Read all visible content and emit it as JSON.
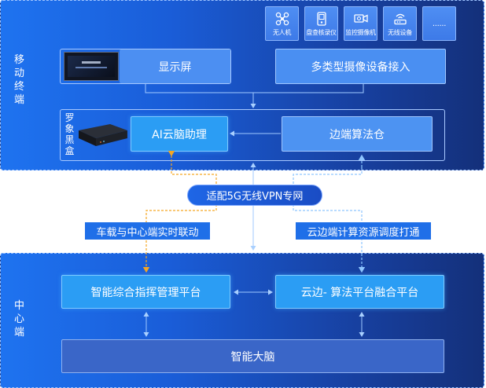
{
  "zones": {
    "mobile_label": "移动终端",
    "center_label": "中心端"
  },
  "devices": [
    {
      "label": "无人机",
      "icon": "drone-icon"
    },
    {
      "label": "盘查核录仪",
      "icon": "handheld-device-icon"
    },
    {
      "label": "监控摄像机",
      "icon": "camera-icon"
    },
    {
      "label": "无线设备",
      "icon": "router-icon"
    },
    {
      "label": "......",
      "icon": ""
    }
  ],
  "nodes": {
    "display": "显示屏",
    "camera_access": "多类型摄像设备接入",
    "black_box": "罗象黑盒",
    "ai_assistant": "AI云脑助理",
    "edge_repo": "边端算法仓",
    "vpn": "适配5G无线VPN专网",
    "vehicle_link": "车载与中心端实时联动",
    "cloud_edge_link": "云边端计算资源调度打通",
    "command_platform": "智能综合指挥管理平台",
    "fusion_platform": "云边- 算法平台融合平台",
    "brain": "智能大脑"
  },
  "colors": {
    "orange_dashed": "#f5a623",
    "blue_dashed": "#8ec5ff",
    "arrow_line": "#9fc9ff"
  }
}
